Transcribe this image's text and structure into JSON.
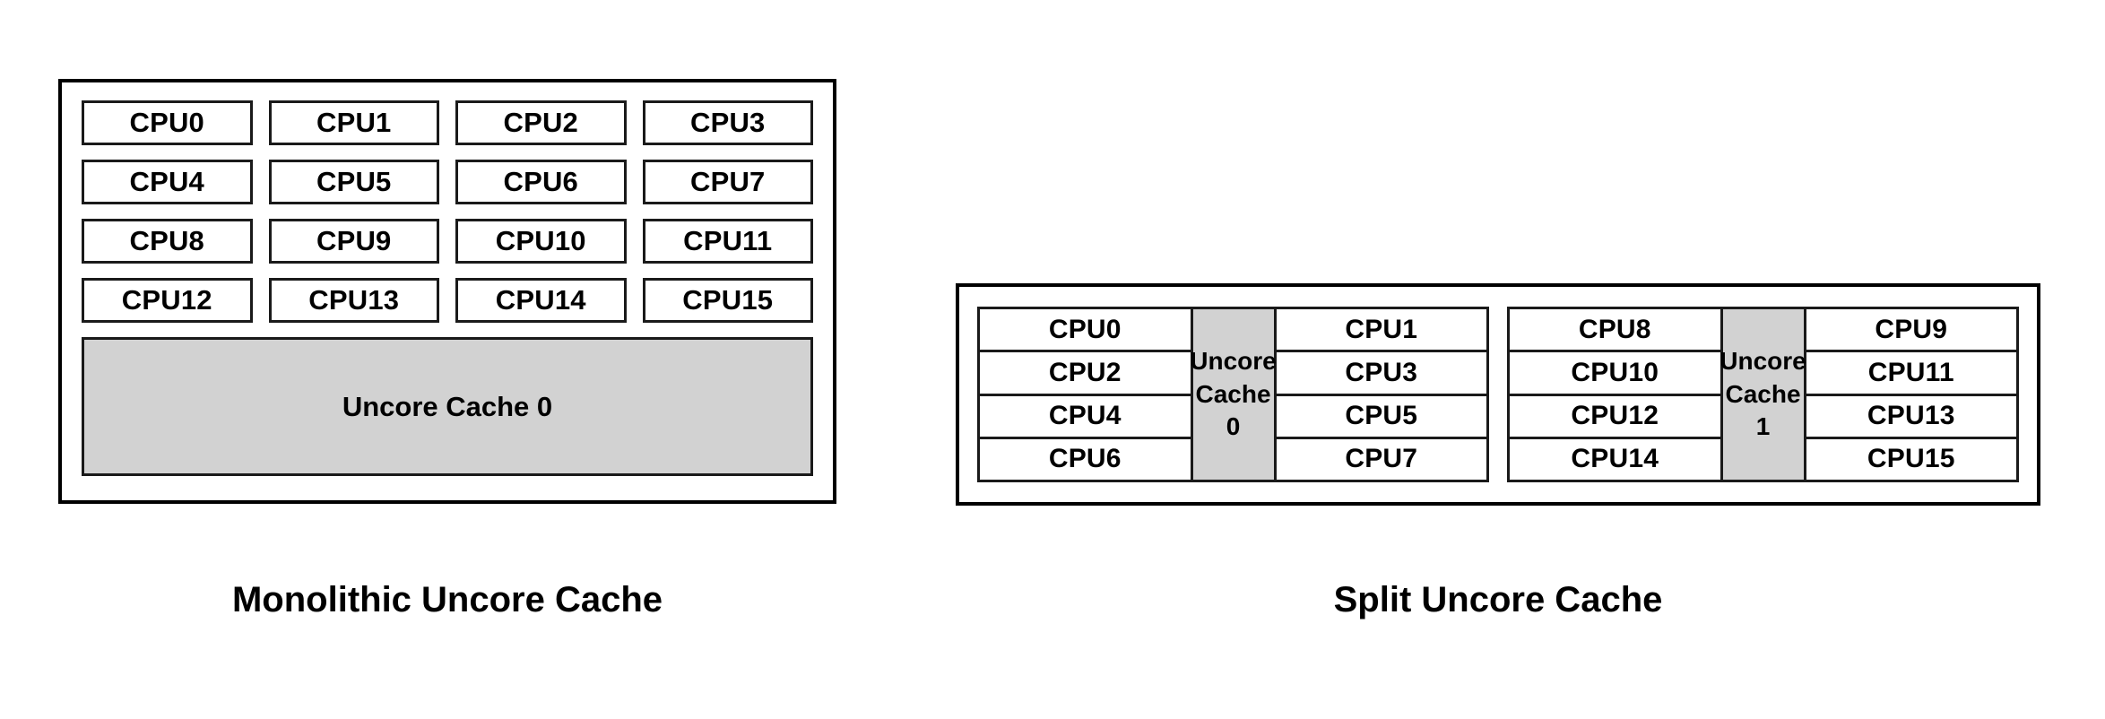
{
  "figure": {
    "kind": "cpu-cache-topology-diagram",
    "background_color": "#ffffff",
    "line_color": "#000000",
    "cache_fill_color": "#d2d2d2",
    "cpu_fill_color": "#ffffff"
  },
  "monolithic": {
    "caption": "Monolithic Uncore Cache",
    "cpu_grid": {
      "columns": 4,
      "rows": 4,
      "labels": [
        "CPU0",
        "CPU1",
        "CPU2",
        "CPU3",
        "CPU4",
        "CPU5",
        "CPU6",
        "CPU7",
        "CPU8",
        "CPU9",
        "CPU10",
        "CPU11",
        "CPU12",
        "CPU13",
        "CPU14",
        "CPU15"
      ]
    },
    "cache": {
      "label": "Uncore Cache 0"
    }
  },
  "split": {
    "caption": "Split Uncore Cache",
    "groups": [
      {
        "left_column": [
          "CPU0",
          "CPU2",
          "CPU4",
          "CPU6"
        ],
        "cache_label": "Uncore\nCache\n0",
        "cache_label_lines": [
          "Uncore",
          "Cache",
          "0"
        ],
        "right_column": [
          "CPU1",
          "CPU3",
          "CPU5",
          "CPU7"
        ]
      },
      {
        "left_column": [
          "CPU8",
          "CPU10",
          "CPU12",
          "CPU14"
        ],
        "cache_label": "Uncore\nCache\n1",
        "cache_label_lines": [
          "Uncore",
          "Cache",
          "1"
        ],
        "right_column": [
          "CPU9",
          "CPU11",
          "CPU13",
          "CPU15"
        ]
      }
    ]
  }
}
